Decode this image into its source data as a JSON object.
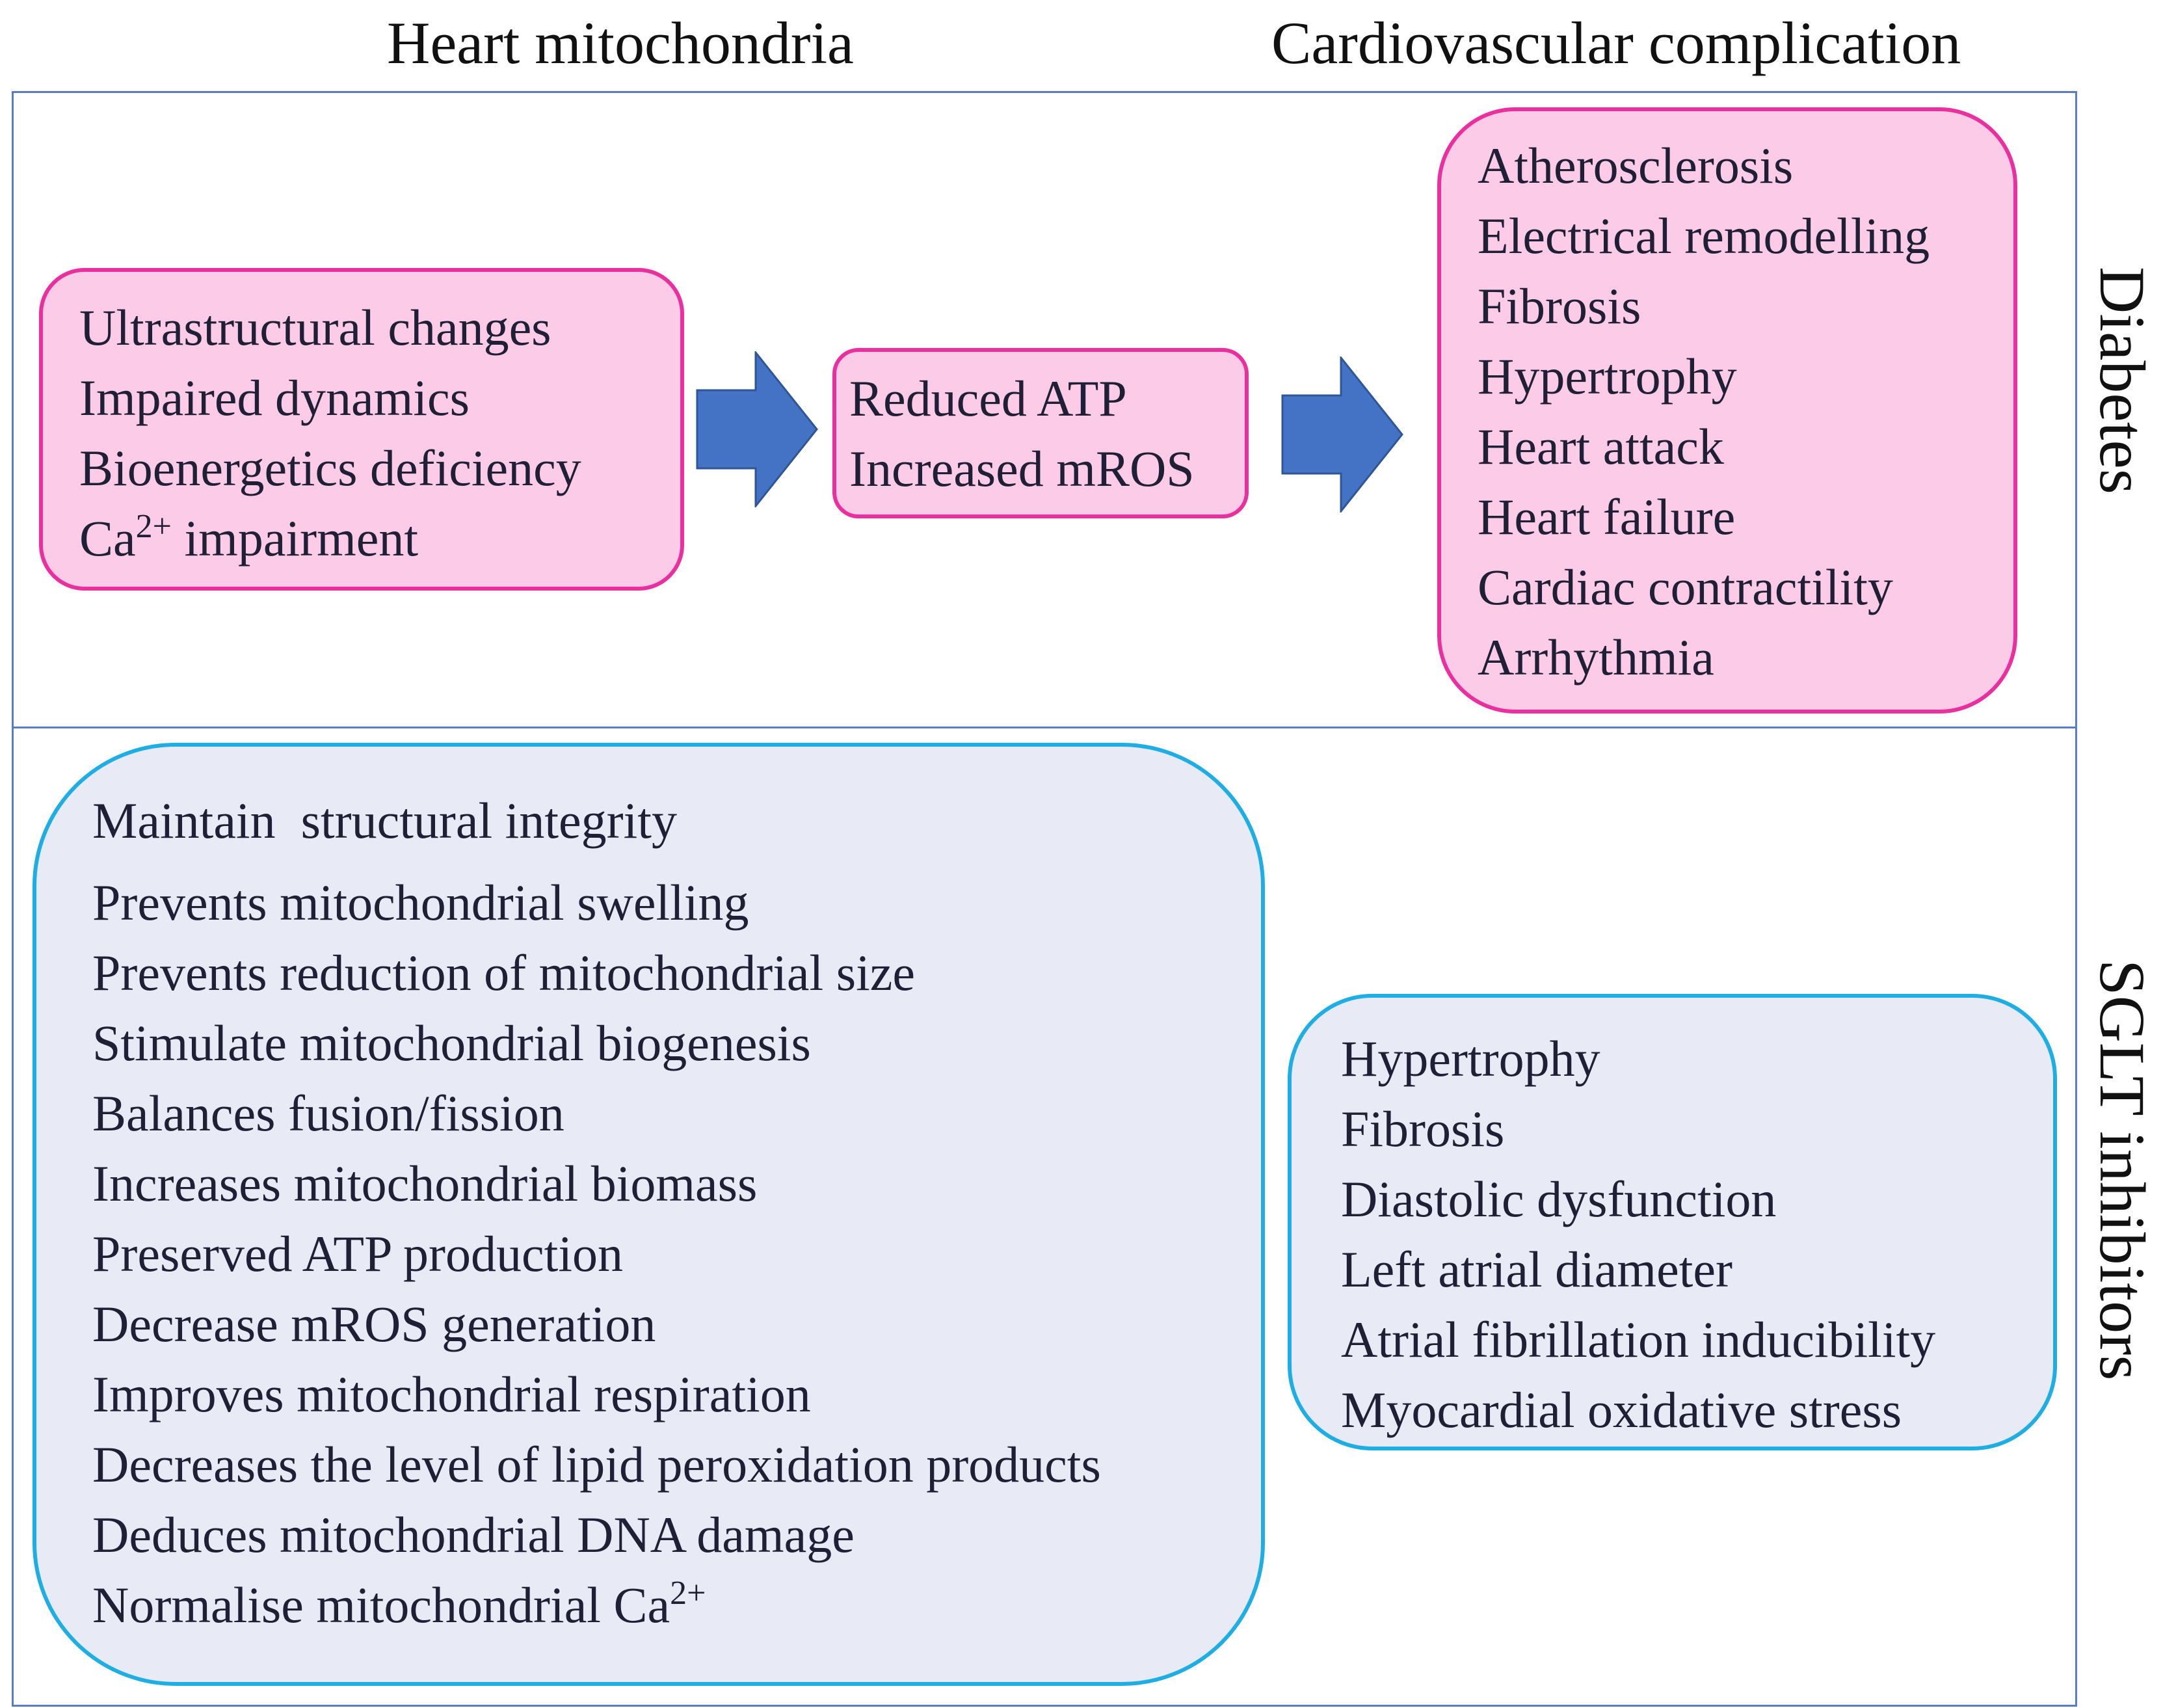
{
  "headers": {
    "mitochondria": "Heart mitochondria",
    "complication": "Cardiovascular complication"
  },
  "side_labels": {
    "diabetes": "Diabetes",
    "sglt": "SGLT inhibitors"
  },
  "diabetes": {
    "mito_changes": {
      "line1": "Ultrastructural changes",
      "line2": "Impaired dynamics",
      "line3": "Bioenergetics deficiency",
      "line4_prefix": "Ca",
      "line4_sup": "2+",
      "line4_suffix": " impairment"
    },
    "energy": {
      "line1": "Reduced ATP",
      "line2": "Increased mROS"
    },
    "complications": [
      "Atherosclerosis",
      "Electrical remodelling",
      "Fibrosis",
      "Hypertrophy",
      "Heart attack",
      "Heart failure",
      "Cardiac contractility",
      "Arrhythmia"
    ]
  },
  "sglt": {
    "effects": [
      "Maintain  structural integrity",
      "Prevents mitochondrial swelling",
      "Prevents reduction of mitochondrial size",
      "Stimulate mitochondrial biogenesis",
      "Balances fusion/fission",
      "Increases mitochondrial biomass",
      "Preserved ATP production",
      "Decrease mROS generation",
      "Improves mitochondrial respiration",
      "Decreases the level of lipid peroxidation products",
      "Deduces mitochondrial DNA damage"
    ],
    "last_effect_prefix": "Normalise mitochondrial Ca",
    "last_effect_sup": "2+",
    "outcomes": [
      "Hypertrophy",
      "Fibrosis",
      "Diastolic dysfunction",
      "Left atrial diameter",
      "Atrial fibrillation inducibility",
      "Myocardial oxidative stress"
    ]
  },
  "colors": {
    "pink_fill": "#fbcbe8",
    "pink_border": "#ea2f9f",
    "blue_fill": "#e8ebf6",
    "blue_border": "#1eaee4",
    "panel_border": "#5b7bc4",
    "arrow_fill": "#4472c4",
    "arrow_stroke": "#2f5597"
  },
  "icons": {
    "arrow": "right-arrow-icon"
  }
}
